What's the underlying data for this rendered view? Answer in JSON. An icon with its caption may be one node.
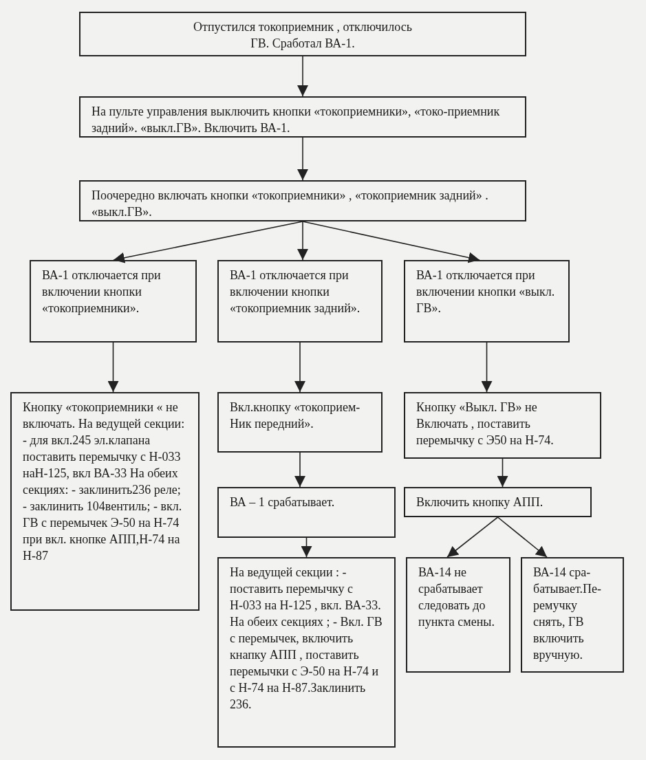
{
  "diagram": {
    "nodes": [
      {
        "text": [
          "Отпустился токоприемник , отключилось ГВ. Сработал ВА-1."
        ]
      },
      {
        "text": [
          "На пульте управления выключить кнопки «токоприемники», «токо-приемник задний». «выкл.ГВ». Включить ВА-1."
        ]
      },
      {
        "text": [
          "Поочередно включать кнопки «токоприемники» , «токоприемник задний» . «выкл.ГВ»."
        ]
      },
      {
        "text": [
          "ВА-1 отключается при включении кнопки «токоприемники»."
        ]
      },
      {
        "text": [
          "ВА-1 отключается при включении кнопки «токоприемник задний»."
        ]
      },
      {
        "text": [
          "ВА-1 отключается при включении кнопки «выкл. ГВ»."
        ]
      },
      {
        "text": [
          "Кнопку «токоприемники « не включать. На ведущей секции: - для вкл.245 эл.клапана поставить перемычку с Н-033 наН-125, вкл ВА-33 На обеих секциях: - заклинить236 реле; - заклинить 104вентиль; - вкл. ГВ с перемычек Э-50 на Н-74 при вкл. кнопке АПП,Н-74 на Н-87"
        ]
      },
      {
        "text": [
          "Вкл.кнопку «токоприем-Ник передний»."
        ]
      },
      {
        "text": [
          "Кнопку «Выкл. ГВ» не Включать , поставить перемычку с Э50 на Н-74."
        ]
      },
      {
        "text": [
          "ВА – 1 срабатывает."
        ]
      },
      {
        "text": [
          "Включить кнопку АПП."
        ]
      },
      {
        "text": [
          "На ведущей секции : - поставить перемычку с Н-033 на Н-125 , вкл. ВА-33. На обеих секциях ; - Вкл. ГВ с перемычек, включить кнапку АПП , поставить перемычки с Э-50 на Н-74 и с Н-74 на Н-87.Заклинить 236."
        ]
      },
      {
        "text": [
          "ВА-14 не срабатывает следовать до пункта смены."
        ]
      },
      {
        "text": [
          "ВА-14 сра-батывает.Пе-ремучку снять, ГВ включить вручную."
        ]
      }
    ],
    "edges": [
      {
        "from": 0,
        "to": 1,
        "arrow": "to"
      },
      {
        "from": 1,
        "to": 2,
        "arrow": "to"
      },
      {
        "from": 2,
        "to": 3,
        "arrow": "to"
      },
      {
        "from": 2,
        "to": 4,
        "arrow": "to"
      },
      {
        "from": 2,
        "to": 5,
        "arrow": "to"
      },
      {
        "from": 3,
        "to": 6,
        "arrow": "to"
      },
      {
        "from": 4,
        "to": 7,
        "arrow": "to"
      },
      {
        "from": 5,
        "to": 8,
        "arrow": "to"
      },
      {
        "from": 7,
        "to": 9,
        "arrow": "to"
      },
      {
        "from": 9,
        "to": 11,
        "arrow": "to"
      },
      {
        "from": 8,
        "to": 10,
        "arrow": "to"
      },
      {
        "from": 10,
        "to": 12,
        "arrow": "to"
      },
      {
        "from": 10,
        "to": 13,
        "arrow": "to"
      }
    ]
  }
}
